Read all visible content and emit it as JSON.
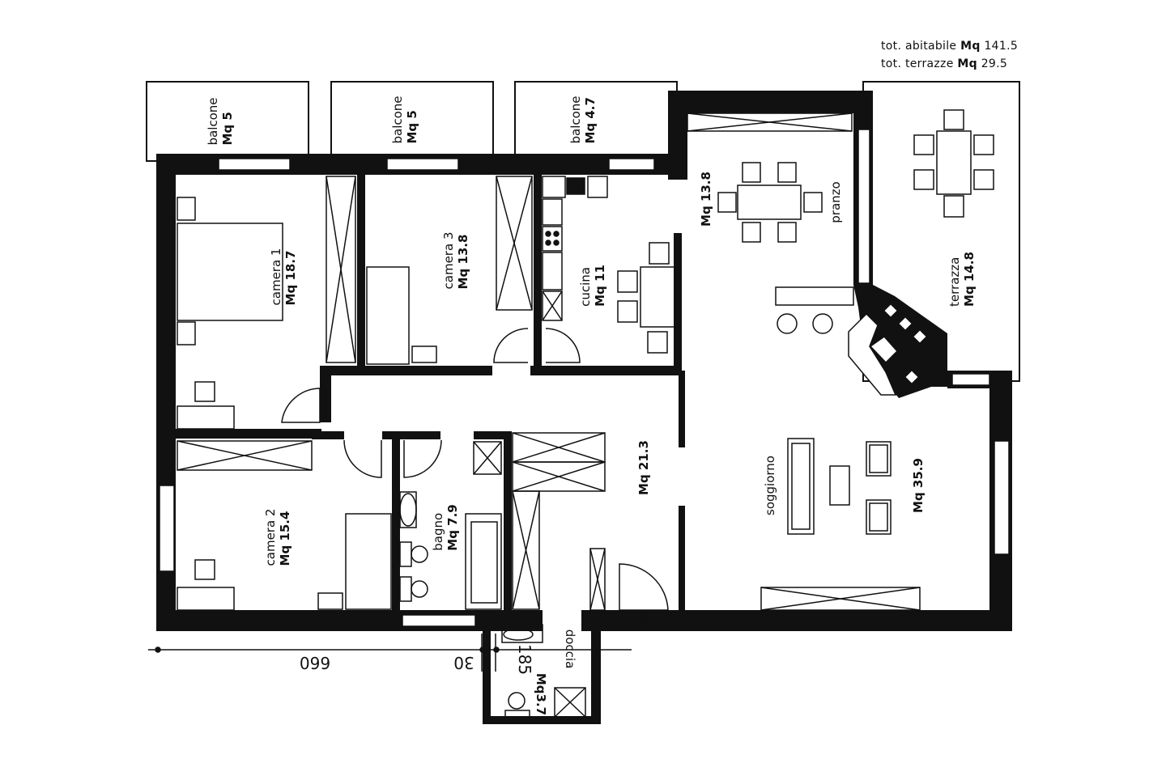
{
  "totals": {
    "habitable_label": "tot. abitabile",
    "habitable_unit": "Mq",
    "habitable_value": "141.5",
    "terraces_label": "tot. terrazze",
    "terraces_unit": "Mq",
    "terraces_value": "29.5"
  },
  "rooms": {
    "balcone_1": {
      "name": "balcone",
      "area": "Mq 5"
    },
    "balcone_2": {
      "name": "balcone",
      "area": "Mq 5"
    },
    "balcone_3": {
      "name": "balcone",
      "area": "Mq 4.7"
    },
    "camera_1": {
      "name": "camera 1",
      "area": "Mq 18.7"
    },
    "camera_3": {
      "name": "camera 3",
      "area": "Mq 13.8"
    },
    "cucina": {
      "name": "cucina",
      "area": "Mq 11"
    },
    "pranzo": {
      "name": "pranzo",
      "area": "Mq 13.8"
    },
    "terrazza": {
      "name": "terrazza",
      "area": "Mq 14.8"
    },
    "camera_2": {
      "name": "camera 2",
      "area": "Mq 15.4"
    },
    "bagno": {
      "name": "bagno",
      "area": "Mq 7.9"
    },
    "disimpegno": {
      "area": "Mq 21.3"
    },
    "soggiorno": {
      "name": "soggiorno",
      "area": "Mq 35.9"
    },
    "doccia": {
      "name": "doccia",
      "area": "Mq3.7"
    }
  },
  "dimensions": {
    "d1": "660",
    "d2": "30",
    "d3": "185"
  },
  "colors": {
    "wall": "#111111",
    "line": "#111111",
    "background": "#ffffff"
  }
}
